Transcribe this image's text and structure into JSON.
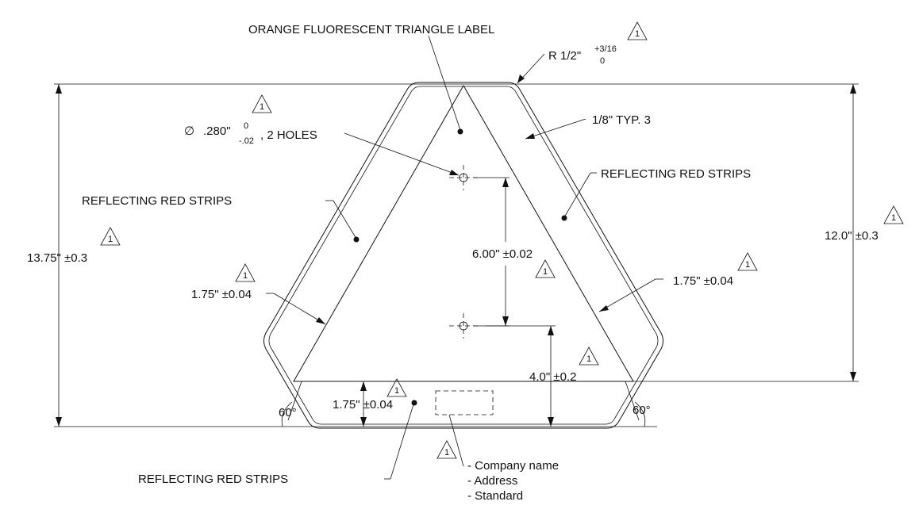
{
  "labels": {
    "orange_label": "ORANGE FLUORESCENT  TRIANGLE LABEL",
    "radius": "R 1/2\"",
    "radius_tol_plus": "+3/16",
    "radius_tol_minus": "0",
    "holes_dia_symbol": "∅",
    "holes_dia": ".280\"",
    "holes_tol_plus": "0",
    "holes_tol_minus": "-.02",
    "holes_count": ", 2 HOLES",
    "strip_typ": "1/8\"  TYP. 3",
    "reflecting_right": "REFLECTING RED STRIPS",
    "reflecting_left": "REFLECTING RED STRIPS",
    "reflecting_bottom": "REFLECTING RED STRIPS",
    "overall_height": "13.75\" ±0.3",
    "inner_height": "12.0\" ±0.3",
    "hole_spacing": "6.00\" ±0.02",
    "width_left": "1.75\" ±0.04",
    "width_right": "1.75\" ±0.04",
    "width_bottom": "1.75\" ±0.04",
    "hole_to_base": "4.0\" ±0.2",
    "angle_left": "60°",
    "angle_right": "60°",
    "company_name": "- Company name",
    "address": "- Address",
    "standard": "- Standard",
    "revision_flag": "1"
  },
  "colors": {
    "line": "#111111",
    "background": "#ffffff"
  }
}
